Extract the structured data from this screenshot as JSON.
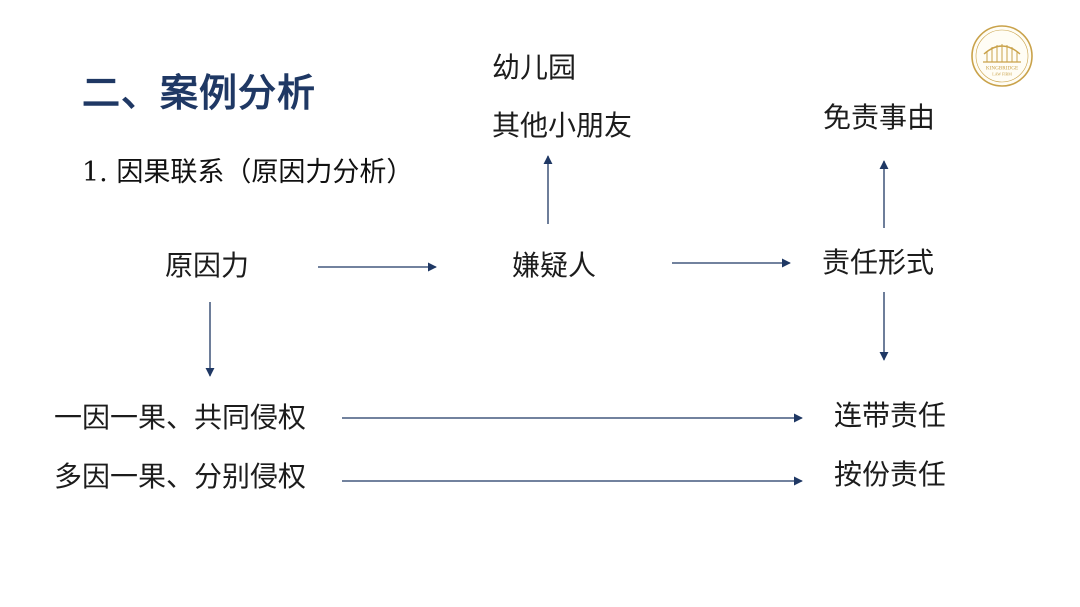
{
  "slide": {
    "title": "二、案例分析",
    "subtitle": "1. 因果联系（原因力分析）"
  },
  "diagram": {
    "nodes": {
      "cause_force": "原因力",
      "suspect": "嫌疑人",
      "liability_form": "责任形式",
      "kindergarten": "幼儿园",
      "other_children": "其他小朋友",
      "exemption": "免责事由",
      "one_cause_joint": "一因一果、共同侵权",
      "many_causes_separate": "多因一果、分别侵权",
      "joint_liability": "连带责任",
      "proportional_liability": "按份责任"
    }
  },
  "logo": {
    "name": "kingbridge-law-firm-logo",
    "text_top": "KINGBRIDGE",
    "text_bottom": "LAW FIRM",
    "color": "#c9a24a"
  },
  "colors": {
    "title": "#1f3864",
    "arrow": "#1f3864"
  }
}
